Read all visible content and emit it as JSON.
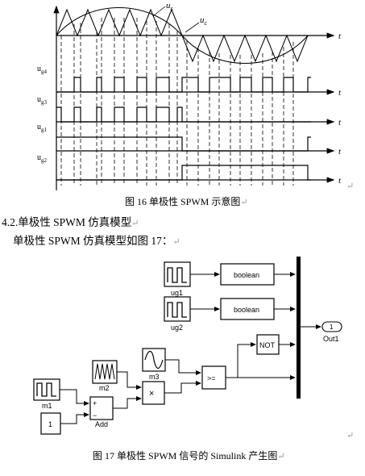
{
  "figure16": {
    "caption": "图 16    单极性 SPWM 示意图",
    "labels": {
      "us": "u",
      "us_sub": "s",
      "uc": "u",
      "uc_sub": "c",
      "t": "t",
      "ug4": "u",
      "ug4_sub": "g4",
      "ug3": "u",
      "ug3_sub": "g3",
      "ug1": "u",
      "ug1_sub": "g1",
      "ug2": "u",
      "ug2_sub": "g2"
    }
  },
  "section": {
    "heading": "4.2.单极性 SPWM 仿真模型",
    "body": "单极性 SPWM 仿真模型如图 17："
  },
  "figure17": {
    "caption": "图 17  单极性 SPWM 信号的 Simulink 产生图",
    "blocks": {
      "ug1": "ug1",
      "ug2": "ug2",
      "boolean1": "boolean",
      "boolean2": "boolean",
      "not": "NOT",
      "out_port": "1",
      "out_label": "Out1",
      "m1": "m1",
      "m2": "m2",
      "m3": "m3",
      "const": "1",
      "add": "Add",
      "add_plus": "+",
      "add_minus": "−",
      "mult": "×",
      "compare": ">="
    }
  },
  "marks": {
    "return": "↵"
  }
}
